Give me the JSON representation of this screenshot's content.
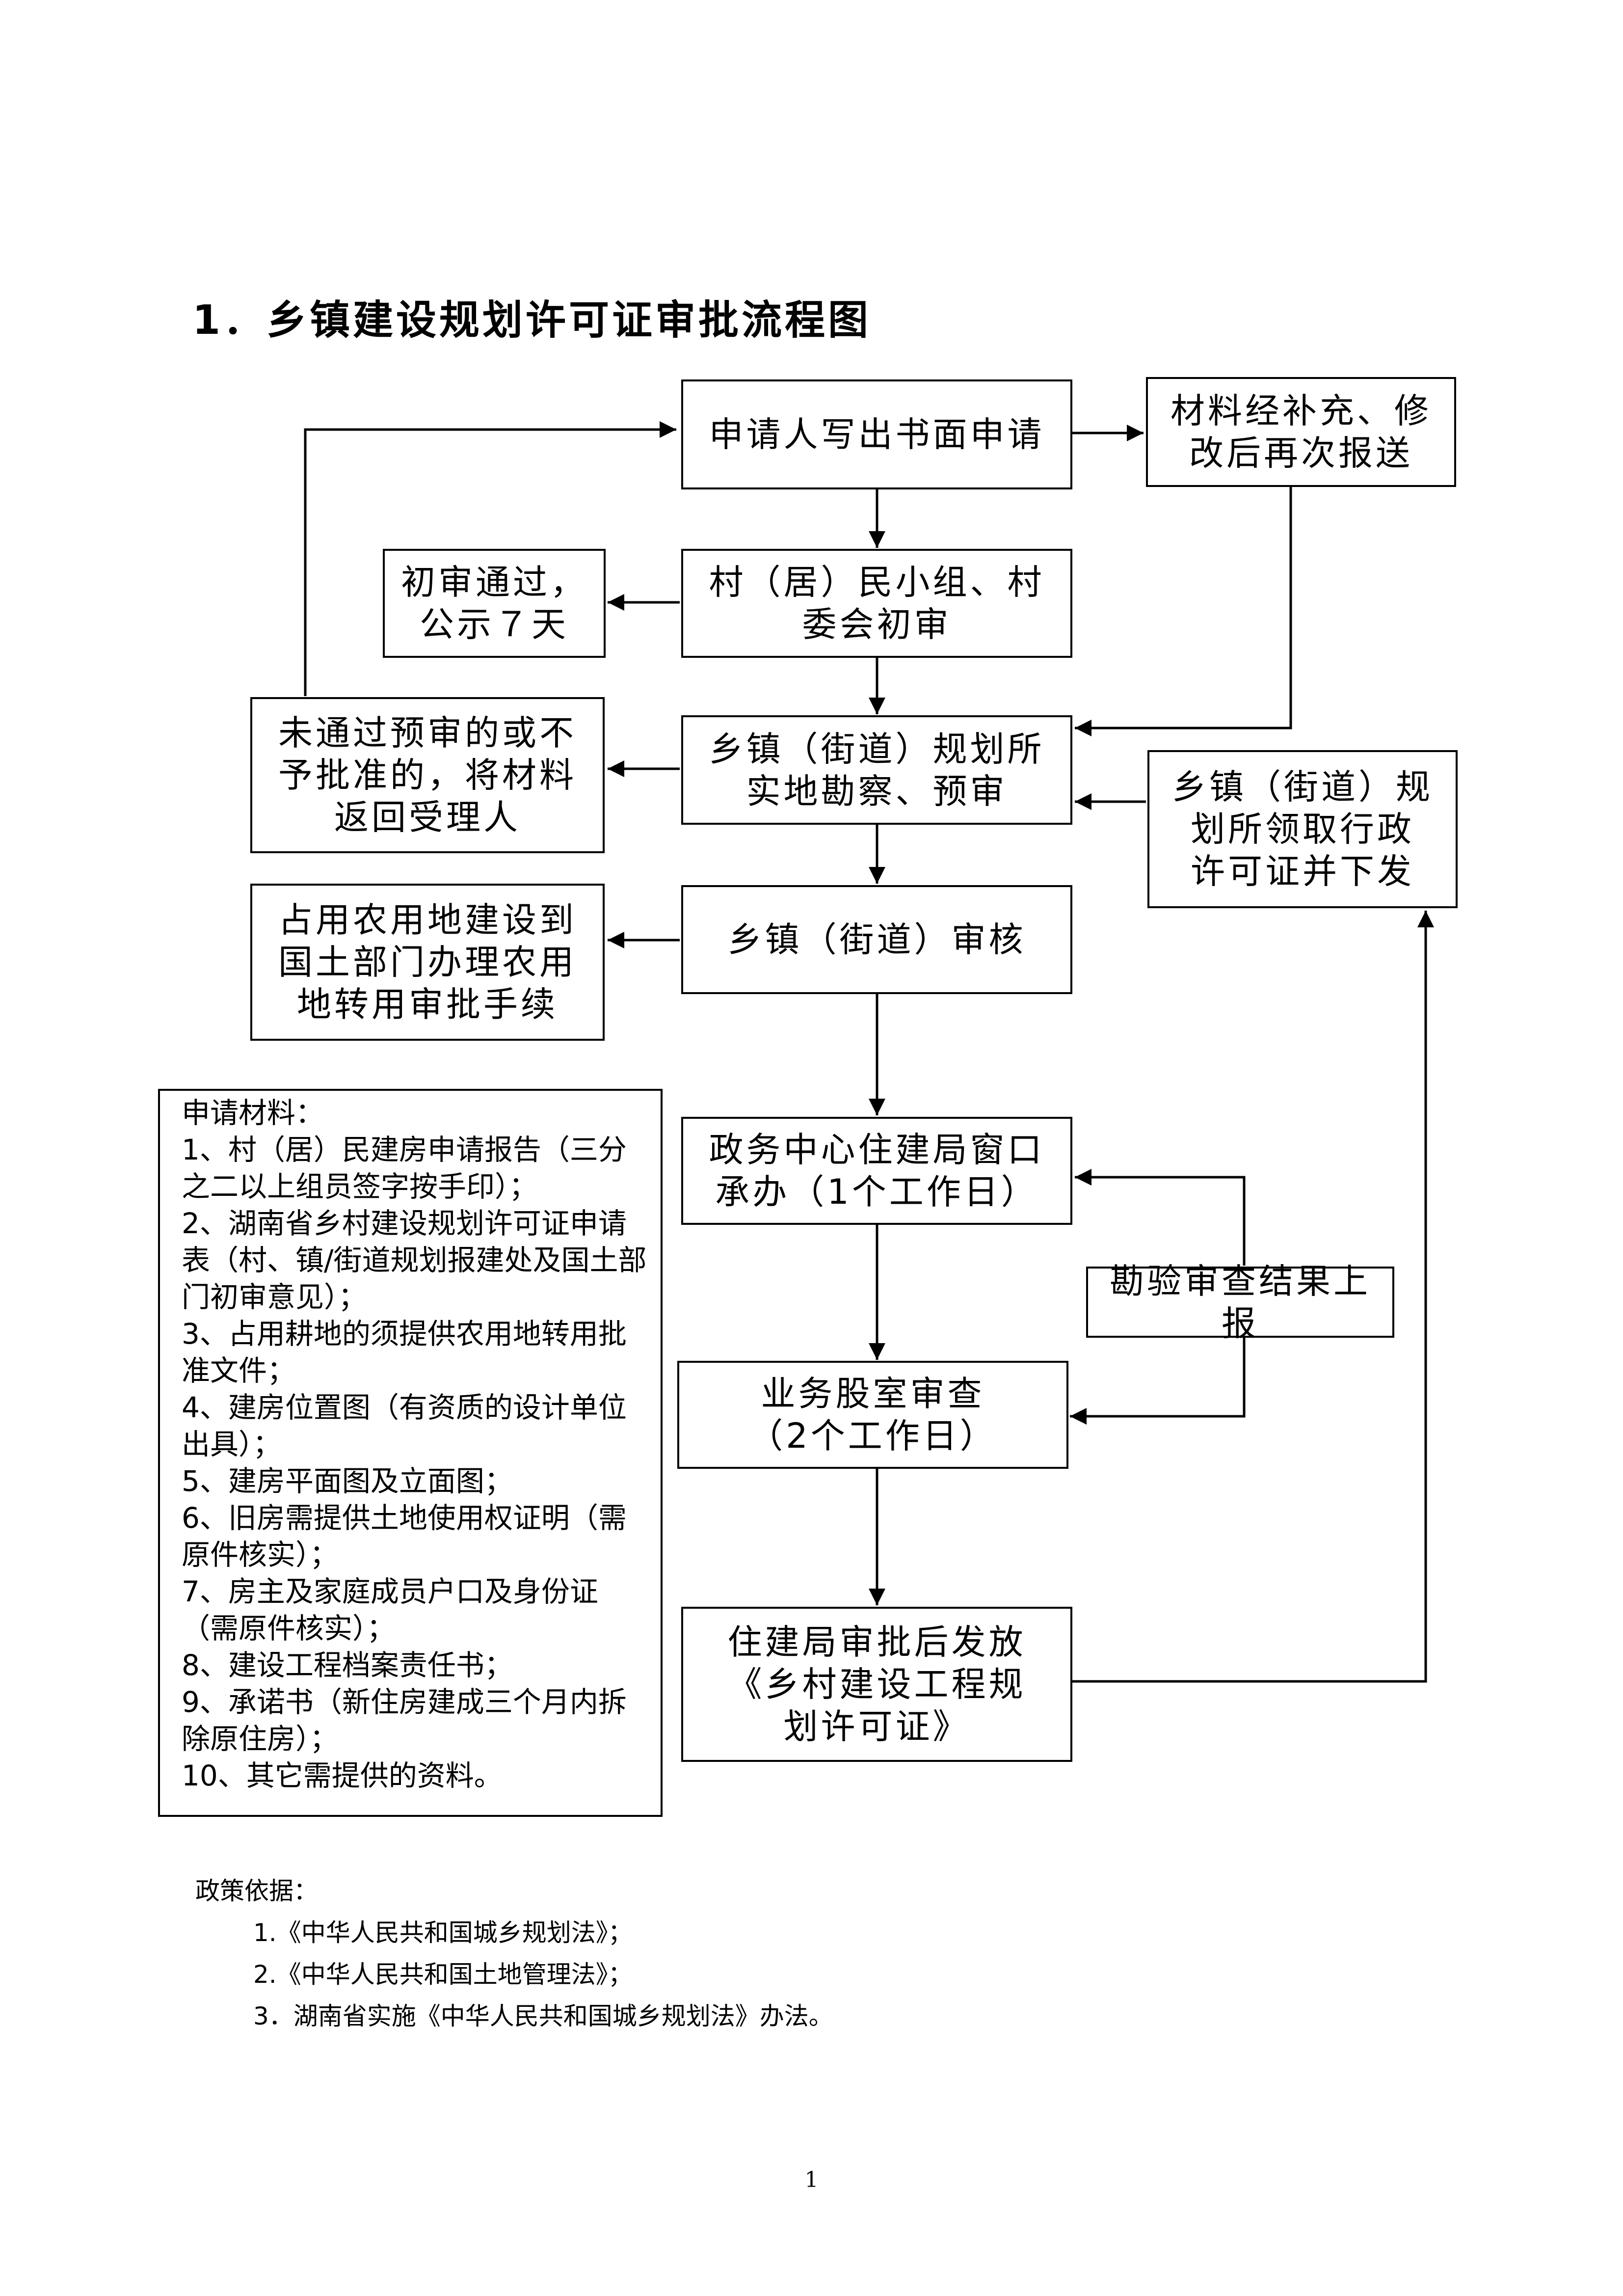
{
  "title": "1．乡镇建设规划许可证审批流程图",
  "nodes": {
    "apply": [
      "申请人写出书面申请"
    ],
    "resubmit": [
      "材料经补充、修",
      "改后再次报送"
    ],
    "village_review": [
      "村（居）民小组、村",
      "委会初审"
    ],
    "public_notice": [
      "初审通过，",
      "公示７天"
    ],
    "town_survey": [
      "乡镇（街道）规划所",
      "实地勘察、预审"
    ],
    "rejected": [
      "未通过预审的或不",
      "予批准的，将材料",
      "返回受理人"
    ],
    "issue_license": [
      "乡镇（街道）规",
      "划所领取行政",
      "许可证并下发"
    ],
    "town_audit": [
      "乡镇（街道）审核"
    ],
    "farmland": [
      "占用农用地建设到",
      "国土部门办理农用",
      "地转用审批手续"
    ],
    "service_center": [
      "政务中心住建局窗口",
      "承办（1个工作日）"
    ],
    "report_result": [
      "勘验审查结果上报"
    ],
    "dept_review": [
      "业务股室审查",
      "（2个工作日）"
    ],
    "final_approval": [
      "住建局审批后发放",
      "《乡村建设工程规",
      "划许可证》"
    ]
  },
  "materials": {
    "heading": "申请材料：",
    "items": [
      "1、村（居）民建房申请报告（三分之二以上组员签字按手印）；",
      "2、湖南省乡村建设规划许可证申请表（村、镇/街道规划报建处及国土部门初审意见）；",
      "3、占用耕地的须提供农用地转用批准文件；",
      "4、建房位置图（有资质的设计单位出具）；",
      "5、建房平面图及立面图；",
      "6、旧房需提供土地使用权证明（需原件核实）；",
      "7、房主及家庭成员户口及身份证（需原件核实）；",
      "8、建设工程档案责任书；",
      "9、承诺书（新住房建成三个月内拆除原住房）；",
      "10、其它需提供的资料。"
    ]
  },
  "policy": {
    "heading": "政策依据：",
    "items": [
      "1.《中华人民共和国城乡规划法》；",
      "2.《中华人民共和国土地管理法》；",
      "3．湖南省实施《中华人民共和国城乡规划法》办法。"
    ]
  },
  "page_number": "1"
}
